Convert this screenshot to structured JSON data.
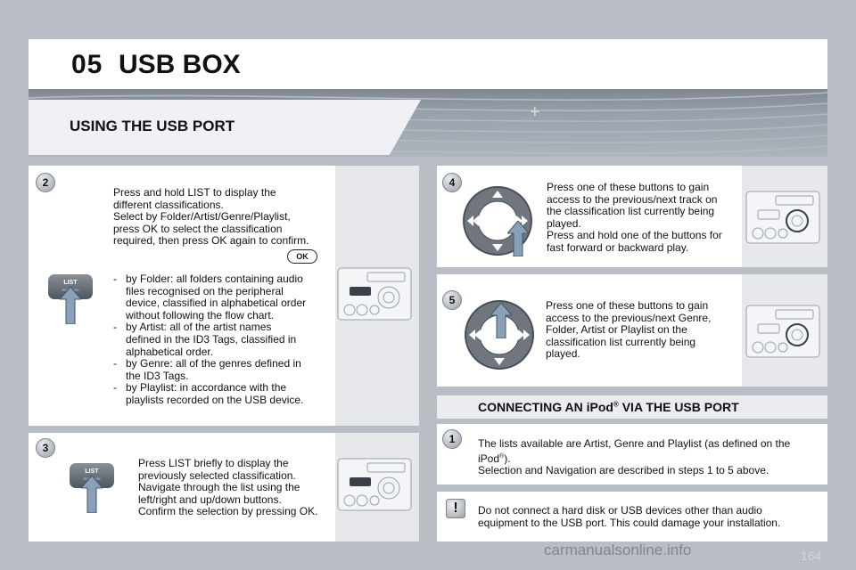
{
  "header": {
    "chapter_number": "05",
    "chapter_title": "USB BOX",
    "section_title": "USING THE USB PORT"
  },
  "step2": {
    "number": "2",
    "lines": [
      "Press and hold LIST to display the",
      "different classifications.",
      "Select by Folder/Artist/Genre/Playlist,",
      "press OK to select the classification",
      "required, then press OK again to confirm."
    ],
    "ok_label": "OK",
    "list_button": "LIST",
    "list_button_sub": "REFRESH",
    "bullets": [
      [
        "by Folder: all folders containing audio",
        "files recognised on the peripheral",
        "device, classified in alphabetical order",
        "without following the flow chart."
      ],
      [
        "by Artist: all of the artist names",
        "defined in the ID3 Tags, classified in",
        "alphabetical order."
      ],
      [
        "by Genre: all of the genres defined in",
        "the ID3 Tags."
      ],
      [
        "by Playlist: in accordance with the",
        "playlists recorded on the USB device."
      ]
    ]
  },
  "step3": {
    "number": "3",
    "lines": [
      "Press LIST briefly to display the",
      "previously selected classification.",
      "Navigate through the list using the",
      "left/right and up/down buttons.",
      "Confirm the selection by pressing OK."
    ],
    "list_button": "LIST",
    "list_button_sub": "REFRESH"
  },
  "step4": {
    "number": "4",
    "lines": [
      "Press one of these buttons to gain",
      "access to the previous/next track on",
      "the classification list currently being",
      "played.",
      "Press and hold one of the buttons for",
      "fast forward or backward play."
    ]
  },
  "step5": {
    "number": "5",
    "lines": [
      "Press one of these buttons to gain",
      "access to the previous/next Genre,",
      "Folder, Artist or Playlist on the",
      "classification list currently being",
      "played."
    ]
  },
  "ipod_section": {
    "title_pre": "CONNECTING AN iPod",
    "title_sup": "®",
    "title_post": " VIA THE USB PORT"
  },
  "step1": {
    "number": "1",
    "line1": "The lists available are Artist, Genre and Playlist (as defined on the",
    "line2_pre": "iPod",
    "line2_sup": "®",
    "line2_post": ").",
    "line3": "Selection and Navigation are described in steps 1 to 5 above."
  },
  "warning": {
    "symbol": "!",
    "lines": [
      "Do not connect a hard disk or USB devices other than audio",
      "equipment to the USB port. This could damage your installation."
    ]
  },
  "footer": {
    "page_number": "164",
    "watermark": "carmanualsonline.info"
  },
  "colors": {
    "background": "#b9bec6",
    "panel": "#ffffff",
    "panel_shade": "#e6e8ec",
    "header_band": "#8d949d"
  }
}
